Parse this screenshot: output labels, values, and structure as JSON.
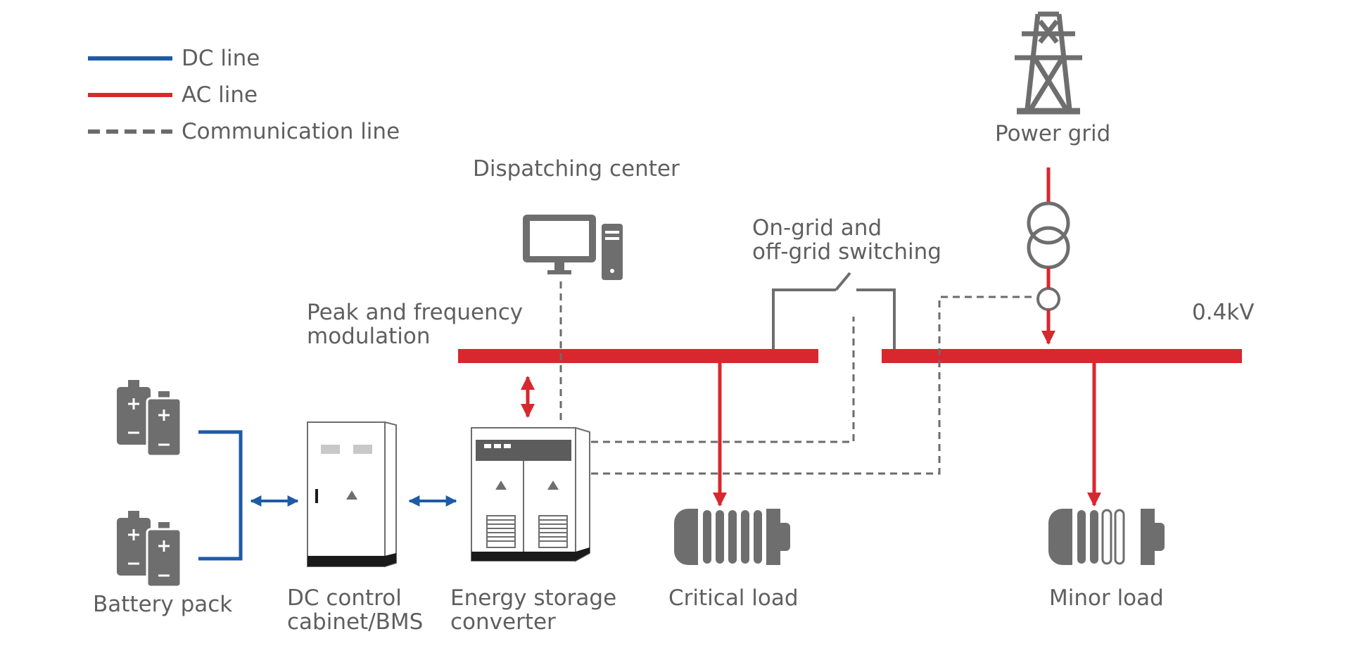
{
  "legend": {
    "dc_line": "DC line",
    "ac_line": "AC line",
    "communication_line": "Communication line"
  },
  "labels": {
    "power_grid": "Power grid",
    "dispatching_center": "Dispatching center",
    "switching": [
      "On-grid and",
      "off-grid switching"
    ],
    "peak_frequency": [
      "Peak and frequency",
      "modulation"
    ],
    "voltage": "0.4kV",
    "battery_pack": "Battery pack",
    "dc_control": [
      "DC control",
      "cabinet/BMS"
    ],
    "energy_storage": [
      "Energy storage",
      "converter"
    ],
    "critical_load": "Critical load",
    "minor_load": "Minor load"
  },
  "colors": {
    "dc": "#1f5aa6",
    "ac": "#d9272e",
    "communication": "#6b6b6b",
    "icon": "#6e6e6e",
    "text": "#5f5f5f"
  },
  "icons": [
    "transmission-tower-icon",
    "transformer-icon",
    "computer-icon",
    "battery-icon",
    "cabinet-icon",
    "converter-icon",
    "load-icon",
    "switch-icon"
  ]
}
